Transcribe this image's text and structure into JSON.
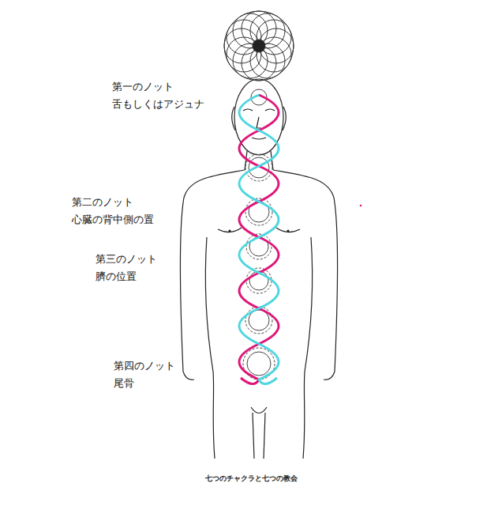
{
  "diagram": {
    "caption": "七つのチャクラと七つの教会",
    "labels": [
      "第一のノット",
      "舌もしくはアジュナ",
      "第二のノット",
      "心臓の背中側の置",
      "第三のノット",
      "臍の位置",
      "第四のノット",
      "尾骨"
    ]
  }
}
